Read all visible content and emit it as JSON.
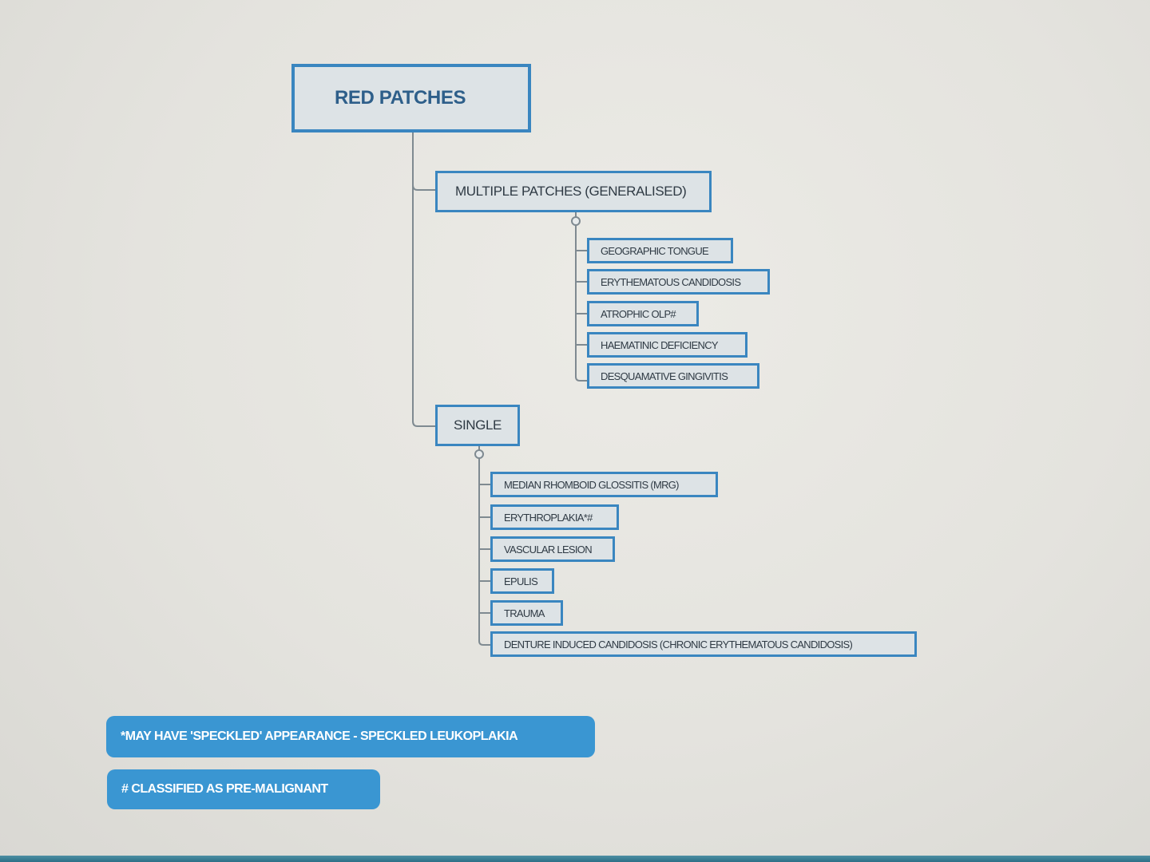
{
  "diagram": {
    "root": "RED PATCHES",
    "branches": [
      {
        "label": "MULTIPLE PATCHES (GENERALISED)",
        "children": [
          "GEOGRAPHIC TONGUE",
          "ERYTHEMATOUS CANDIDOSIS",
          "ATROPHIC OLP#",
          "HAEMATINIC DEFICIENCY",
          "DESQUAMATIVE GINGIVITIS"
        ]
      },
      {
        "label": "SINGLE",
        "children": [
          "MEDIAN RHOMBOID GLOSSITIS (MRG)",
          "ERYTHROPLAKIA*#",
          "VASCULAR LESION",
          "EPULIS",
          "TRAUMA",
          "DENTURE INDUCED CANDIDOSIS (CHRONIC ERYTHEMATOUS CANDIDOSIS)"
        ]
      }
    ]
  },
  "notes": [
    "*MAY HAVE 'SPECKLED' APPEARANCE - SPECKLED LEUKOPLAKIA",
    "# CLASSIFIED AS PRE-MALIGNANT"
  ],
  "colors": {
    "box_border": "#3a86c0",
    "box_fill": "#dde3e6",
    "connector": "#7f8a91",
    "note_fill": "#3a96d2",
    "root_text": "#2e5f8a"
  }
}
